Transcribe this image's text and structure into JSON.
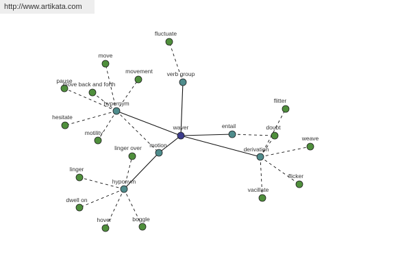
{
  "banner": {
    "url": "http://www.artikata.com"
  },
  "colors": {
    "root": "#3c3c8c",
    "relation": "#4f8c8c",
    "word": "#4f8f3c",
    "edge": "#111111"
  },
  "graph": {
    "root": {
      "id": "waver",
      "label": "waver"
    },
    "relations": [
      {
        "id": "verb_group",
        "label": "verb group"
      },
      {
        "id": "hypernym",
        "label": "hypernym"
      },
      {
        "id": "hyponym",
        "label": "hyponym"
      },
      {
        "id": "entail",
        "label": "entail"
      },
      {
        "id": "derivation",
        "label": "derivation"
      },
      {
        "id": "motion",
        "label": "motion"
      }
    ],
    "words": [
      {
        "id": "fluctuate",
        "label": "fluctuate"
      },
      {
        "id": "move",
        "label": "move"
      },
      {
        "id": "movement",
        "label": "movement"
      },
      {
        "id": "pause",
        "label": "pause"
      },
      {
        "id": "move_back_and_forth",
        "label": "move back and forth"
      },
      {
        "id": "hesitate",
        "label": "hesitate"
      },
      {
        "id": "motility",
        "label": "motility"
      },
      {
        "id": "linger_over",
        "label": "linger over"
      },
      {
        "id": "linger",
        "label": "linger"
      },
      {
        "id": "dwell_on",
        "label": "dwell on"
      },
      {
        "id": "hover",
        "label": "hover"
      },
      {
        "id": "boggle",
        "label": "boggle"
      },
      {
        "id": "doubt",
        "label": "doubt"
      },
      {
        "id": "flitter",
        "label": "flitter"
      },
      {
        "id": "weave",
        "label": "weave"
      },
      {
        "id": "flicker",
        "label": "flicker"
      },
      {
        "id": "vacillate",
        "label": "vacillate"
      }
    ],
    "solid_edges": [
      [
        "waver",
        "verb_group"
      ],
      [
        "waver",
        "hypernym"
      ],
      [
        "waver",
        "entail"
      ],
      [
        "waver",
        "derivation"
      ],
      [
        "waver",
        "motion"
      ],
      [
        "motion",
        "hyponym"
      ]
    ],
    "dashed_edges": [
      [
        "verb_group",
        "fluctuate"
      ],
      [
        "hypernym",
        "move"
      ],
      [
        "hypernym",
        "movement"
      ],
      [
        "hypernym",
        "pause"
      ],
      [
        "hypernym",
        "move_back_and_forth"
      ],
      [
        "hypernym",
        "hesitate"
      ],
      [
        "hypernym",
        "motility"
      ],
      [
        "hypernym",
        "motion"
      ],
      [
        "hyponym",
        "linger_over"
      ],
      [
        "hyponym",
        "linger"
      ],
      [
        "hyponym",
        "dwell_on"
      ],
      [
        "hyponym",
        "hover"
      ],
      [
        "hyponym",
        "boggle"
      ],
      [
        "entail",
        "doubt"
      ],
      [
        "derivation",
        "doubt"
      ],
      [
        "derivation",
        "flitter"
      ],
      [
        "derivation",
        "weave"
      ],
      [
        "derivation",
        "flicker"
      ],
      [
        "derivation",
        "vacillate"
      ]
    ]
  }
}
